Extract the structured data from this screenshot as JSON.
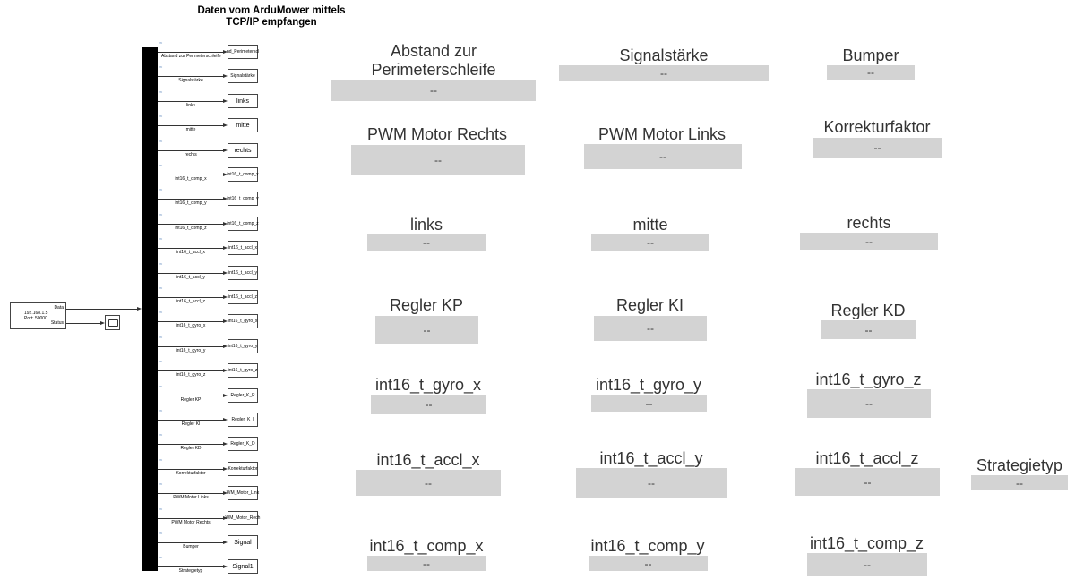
{
  "title": {
    "line1": "Daten vom ArduMower mittels",
    "line2": "TCP/IP empfangen"
  },
  "source_block": {
    "ip": "192.168.1.5",
    "port": "Port: 50000",
    "port_data": "Data",
    "port_status": "Status"
  },
  "signals": [
    {
      "label": "Abstand zur Perimeterschleife",
      "block": "nd_Perimeterscl"
    },
    {
      "label": "Signalstärke",
      "block": "Signalstärke"
    },
    {
      "label": "links",
      "block": "links"
    },
    {
      "label": "mitte",
      "block": "mitte"
    },
    {
      "label": "rechts",
      "block": "rechts"
    },
    {
      "label": "int16_t_comp_x",
      "block": "int16_t_comp_x"
    },
    {
      "label": "int16_t_comp_y",
      "block": "int16_t_comp_y"
    },
    {
      "label": "int16_t_comp_z",
      "block": "int16_t_comp_z"
    },
    {
      "label": "int16_t_accl_x",
      "block": "int16_t_accl_x"
    },
    {
      "label": "int16_t_accl_y",
      "block": "int16_t_accl_y"
    },
    {
      "label": "int16_t_accl_z",
      "block": "int16_t_accl_z"
    },
    {
      "label": "int16_t_gyro_x",
      "block": "int16_t_gyro_x"
    },
    {
      "label": "int16_t_gyro_y",
      "block": "int16_t_gyro_y"
    },
    {
      "label": "int16_t_gyro_z",
      "block": "int16_t_gyro_z"
    },
    {
      "label": "Regler KP",
      "block": "Regler_K_P"
    },
    {
      "label": "Regler KI",
      "block": "Regler_K_I"
    },
    {
      "label": "Regler KD",
      "block": "Regler_K_D"
    },
    {
      "label": "Korrekturfaktor",
      "block": "Korrekturfaktor"
    },
    {
      "label": "PWM Motor Links",
      "block": "WM_Motor_Link"
    },
    {
      "label": "PWM Motor Rechts",
      "block": "WM_Motor_Rech"
    },
    {
      "label": "Bumper",
      "block": "Signal"
    },
    {
      "label": "Strategietyp",
      "block": "Signal1"
    }
  ],
  "displays": {
    "abstand": {
      "label": "Abstand zur Perimeterschleife",
      "value": "--"
    },
    "signalstaerke": {
      "label": "Signalstärke",
      "value": "--"
    },
    "bumper": {
      "label": "Bumper",
      "value": "--"
    },
    "pwm_rechts": {
      "label": "PWM Motor Rechts",
      "value": "--"
    },
    "pwm_links": {
      "label": "PWM Motor Links",
      "value": "--"
    },
    "korrektur": {
      "label": "Korrekturfaktor",
      "value": "--"
    },
    "links": {
      "label": "links",
      "value": "--"
    },
    "mitte": {
      "label": "mitte",
      "value": "--"
    },
    "rechts": {
      "label": "rechts",
      "value": "--"
    },
    "kp": {
      "label": "Regler KP",
      "value": "--"
    },
    "ki": {
      "label": "Regler KI",
      "value": "--"
    },
    "kd": {
      "label": "Regler KD",
      "value": "--"
    },
    "gyro_x": {
      "label": "int16_t_gyro_x",
      "value": "--"
    },
    "gyro_y": {
      "label": "int16_t_gyro_y",
      "value": "--"
    },
    "gyro_z": {
      "label": "int16_t_gyro_z",
      "value": "--"
    },
    "accl_x": {
      "label": "int16_t_accl_x",
      "value": "--"
    },
    "accl_y": {
      "label": "int16_t_accl_y",
      "value": "--"
    },
    "accl_z": {
      "label": "int16_t_accl_z",
      "value": "--"
    },
    "strategie": {
      "label": "Strategietyp",
      "value": "--"
    },
    "comp_x": {
      "label": "int16_t_comp_x",
      "value": "--"
    },
    "comp_y": {
      "label": "int16_t_comp_y",
      "value": "--"
    },
    "comp_z": {
      "label": "int16_t_comp_z",
      "value": "--"
    }
  },
  "colors": {
    "display_fill": "#d3d3d3",
    "bus": "#000000",
    "wifi_icon": "#7a9cc8"
  }
}
